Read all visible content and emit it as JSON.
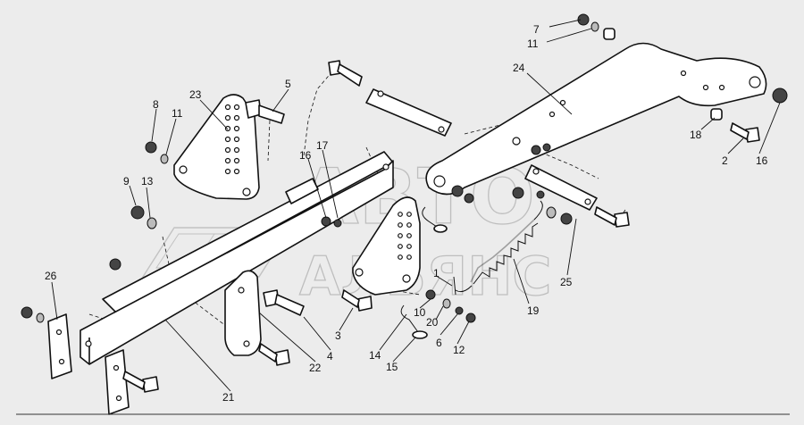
{
  "watermark": {
    "line1": "АВТО",
    "line2": "АЛЬЯНС"
  },
  "labels": [
    {
      "id": "l1",
      "text": "1"
    },
    {
      "id": "l2",
      "text": "2"
    },
    {
      "id": "l3",
      "text": "3"
    },
    {
      "id": "l4",
      "text": "4"
    },
    {
      "id": "l5",
      "text": "5"
    },
    {
      "id": "l6",
      "text": "6"
    },
    {
      "id": "l7",
      "text": "7"
    },
    {
      "id": "l8",
      "text": "8"
    },
    {
      "id": "l9",
      "text": "9"
    },
    {
      "id": "l10",
      "text": "10"
    },
    {
      "id": "l11a",
      "text": "11"
    },
    {
      "id": "l11b",
      "text": "11"
    },
    {
      "id": "l12",
      "text": "12"
    },
    {
      "id": "l13",
      "text": "13"
    },
    {
      "id": "l14",
      "text": "14"
    },
    {
      "id": "l15",
      "text": "15"
    },
    {
      "id": "l16a",
      "text": "16"
    },
    {
      "id": "l16b",
      "text": "16"
    },
    {
      "id": "l17",
      "text": "17"
    },
    {
      "id": "l18",
      "text": "18"
    },
    {
      "id": "l19",
      "text": "19"
    },
    {
      "id": "l20",
      "text": "20"
    },
    {
      "id": "l21",
      "text": "21"
    },
    {
      "id": "l22",
      "text": "22"
    },
    {
      "id": "l23",
      "text": "23"
    },
    {
      "id": "l24",
      "text": "24"
    },
    {
      "id": "l25",
      "text": "25"
    },
    {
      "id": "l26",
      "text": "26"
    }
  ]
}
